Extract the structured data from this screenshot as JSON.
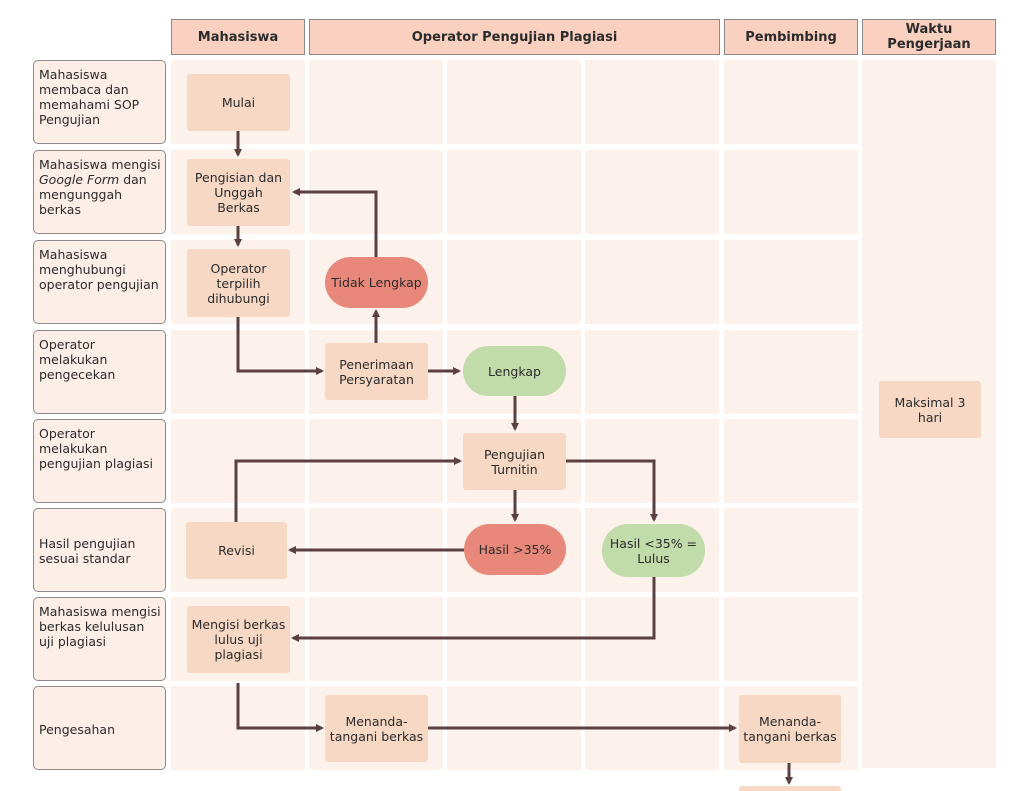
{
  "headers": {
    "mahasiswa": "Mahasiswa",
    "operator": "Operator Pengujian Plagiasi",
    "pembimbing": "Pembimbing",
    "waktu": "Waktu Pengerjaan"
  },
  "rows": [
    {
      "label": "Mahasiswa membaca dan memahami SOP Pengujian"
    },
    {
      "label_pre": "Mahasiswa mengisi ",
      "label_em": "Google Form",
      "label_post": " dan mengunggah berkas"
    },
    {
      "label": "Mahasiswa menghubungi operator pengujian"
    },
    {
      "label": "Operator melakukan pengecekan"
    },
    {
      "label": "Operator melakukan pengujian plagiasi"
    },
    {
      "label": "Hasil pengujian sesuai standar"
    },
    {
      "label": "Mahasiswa mengisi berkas kelulusan uji plagiasi"
    },
    {
      "label": "Pengesahan"
    }
  ],
  "nodes": {
    "mulai": "Mulai",
    "pengisian": "Pengisian dan Unggah Berkas",
    "operator_dihubungi": "Operator terpilih dihubungi",
    "tidak_lengkap": "Tidak Lengkap",
    "penerimaan": "Penerimaan Persyaratan",
    "lengkap": "Lengkap",
    "pengujian": "Pengujian Turnitin",
    "hasil_lebih": "Hasil >35%",
    "hasil_kurang": "Hasil <35% = Lulus",
    "revisi": "Revisi",
    "mengisi_berkas": "Mengisi berkas lulus uji plagiasi",
    "menandatangani_op": "Menanda-tangani berkas",
    "menandatangani_pb": "Menanda-tangani berkas",
    "waktu": "Maksimal 3 hari"
  },
  "colors": {
    "header_bg": "#fad1c0",
    "cell_bg": "#fdf1ec",
    "box_bg": "#f6d8c4",
    "red_pill": "#e8887a",
    "green_pill": "#c1dcaa",
    "arrow": "#5a4040"
  }
}
